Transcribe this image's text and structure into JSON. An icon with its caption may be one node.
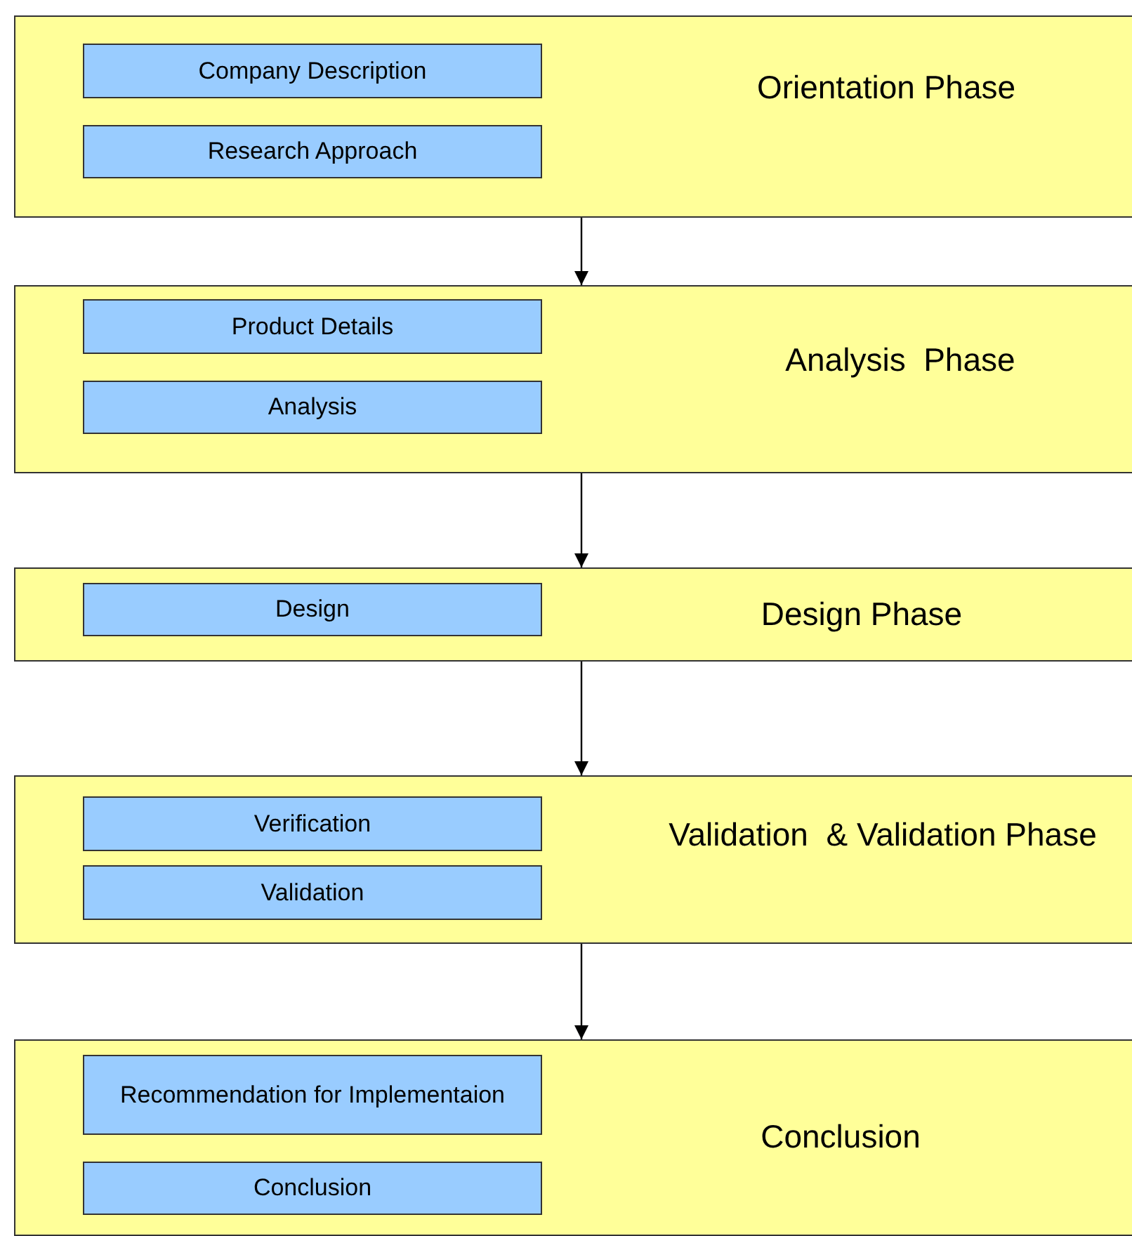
{
  "diagram": {
    "nodes": [
      {
        "text": [
          "Orientation Phase"
        ]
      },
      {
        "text": [
          "Company Description"
        ],
        "in": 0
      },
      {
        "text": [
          "Research Approach"
        ],
        "in": 0
      },
      {
        "text": [
          "Analysis  Phase"
        ]
      },
      {
        "text": [
          "Product Details"
        ],
        "in": 3
      },
      {
        "text": [
          "Analysis"
        ],
        "in": 3
      },
      {
        "text": [
          "Design Phase"
        ]
      },
      {
        "text": [
          "Design"
        ],
        "in": 6
      },
      {
        "text": [
          "Validation  & Validation Phase"
        ]
      },
      {
        "text": [
          "Verification"
        ],
        "in": 8
      },
      {
        "text": [
          "Validation"
        ],
        "in": 8
      },
      {
        "text": [
          "Conclusion"
        ]
      },
      {
        "text": [
          "Recommendation for Implementaion"
        ],
        "in": 11
      },
      {
        "text": [
          "Conclusion"
        ],
        "in": 11
      }
    ],
    "edges": [
      {
        "from": 0,
        "to": 3,
        "arrow": "to"
      },
      {
        "from": 3,
        "to": 6,
        "arrow": "to"
      },
      {
        "from": 6,
        "to": 8,
        "arrow": "to"
      },
      {
        "from": 8,
        "to": 11,
        "arrow": "to"
      }
    ]
  }
}
